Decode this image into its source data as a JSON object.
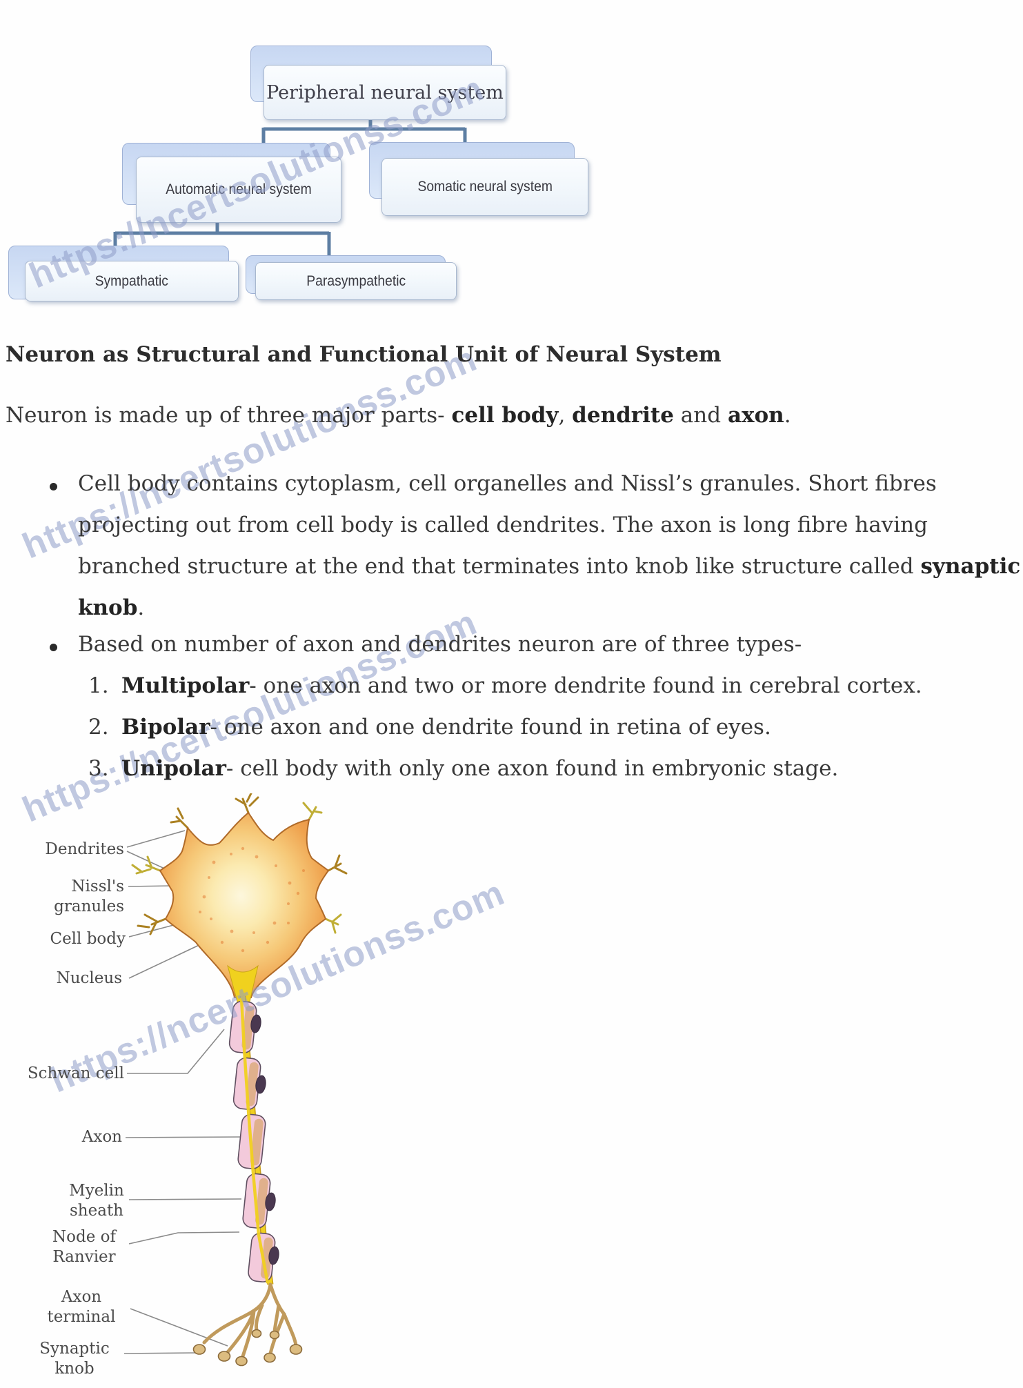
{
  "watermark": {
    "text": "https://ncertsolutionss.com",
    "color": "#8f9dc9"
  },
  "flowchart": {
    "root": {
      "label": "Peripheral neural system"
    },
    "children": [
      {
        "label": "Automatic neural system"
      },
      {
        "label": "Somatic neural system"
      }
    ],
    "grandchildren": [
      {
        "label": "Sympathatic"
      },
      {
        "label": "Parasympathetic"
      }
    ],
    "connector_color": "#5d7ea3",
    "box_border_color": "#a8b8cf"
  },
  "content": {
    "heading": "Neuron as Structural and Functional Unit of Neural System",
    "intro_segments": [
      {
        "t": "Neuron is made up of three major parts- "
      },
      {
        "t": "cell body",
        "b": true
      },
      {
        "t": ", "
      },
      {
        "t": "dendrite",
        "b": true
      },
      {
        "t": " and "
      },
      {
        "t": "axon",
        "b": true
      },
      {
        "t": "."
      }
    ],
    "bullet1_lines": [
      [
        {
          "t": "Cell body contains cytoplasm, cell organelles and Nissl’s granules. Short fibres"
        }
      ],
      [
        {
          "t": "projecting out from cell body is called dendrites. The axon is long fibre having"
        }
      ],
      [
        {
          "t": "branched structure at the end that terminates into knob like structure called "
        },
        {
          "t": "synaptic",
          "b": true
        }
      ],
      [
        {
          "t": "knob",
          "b": true
        },
        {
          "t": "."
        }
      ]
    ],
    "bullet2": "Based on number of axon and dendrites neuron are of three types-",
    "numbered": [
      {
        "num": "1.",
        "segments": [
          {
            "t": "Multipolar",
            "b": true
          },
          {
            "t": "- one axon and two or more dendrite found in cerebral cortex."
          }
        ]
      },
      {
        "num": "2.",
        "segments": [
          {
            "t": "Bipolar",
            "b": true
          },
          {
            "t": "- one axon and one dendrite found in retina of eyes."
          }
        ]
      },
      {
        "num": "3.",
        "segments": [
          {
            "t": "Unipolar",
            "b": true
          },
          {
            "t": "- cell body with only one axon found in embryonic stage."
          }
        ]
      }
    ]
  },
  "diagram": {
    "labels": {
      "dendrites": [
        "Dendrites"
      ],
      "nissl": [
        "Nissl's granules"
      ],
      "cell_body": [
        "Cell body"
      ],
      "nucleus": [
        "Nucleus"
      ],
      "schwan": [
        "Schwan cell"
      ],
      "axon": [
        "Axon"
      ],
      "myelin": [
        "Myelin",
        "sheath"
      ],
      "node": [
        "Node of",
        "Ranvier"
      ],
      "axon_terminal": [
        "Axon",
        "terminal"
      ],
      "synaptic_knob": [
        "Synaptic",
        "knob"
      ]
    },
    "colors": {
      "soma_edge": "#e8954a",
      "soma_center": "#fdf7dd",
      "nucleus": "#7878b0",
      "axon_yellow": "#f0d020",
      "myelin_pink": "#f3cadb",
      "schwann_dark": "#4a3850",
      "terminal_tan": "#dcbc80"
    }
  }
}
